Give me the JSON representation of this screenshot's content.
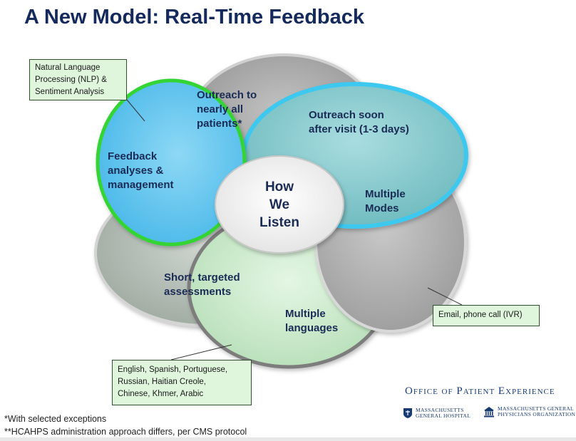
{
  "title": "A New Model: Real-Time Feedback",
  "center": "How\nWe\nListen",
  "petals": {
    "outreach_all": "Outreach to\nnearly all\npatients*",
    "outreach_soon": "Outreach soon\nafter visit (1-3 days)",
    "multiple_modes": "Multiple\nModes",
    "multiple_languages": "Multiple\nlanguages",
    "short_assessments": "Short, targeted\nassessments",
    "feedback_analyses": "Feedback\nanalyses &\nmanagement"
  },
  "callouts": {
    "nlp": "Natural Language\nProcessing (NLP) &\nSentiment Analysis",
    "modes": "Email, phone call (IVR)",
    "languages": "English, Spanish, Portuguese,\nRussian, Haitian Creole,\nChinese, Khmer, Arabic"
  },
  "footnotes": {
    "note1": "*With selected exceptions",
    "note2": "**HCAHPS administration approach differs, per CMS protocol"
  },
  "branding": {
    "office": "Office of Patient Experience",
    "mgh": "MASSACHUSETTS\nGENERAL HOSPITAL",
    "mgpo": "MASSACHUSETTS GENERAL\nPHYSICIANS ORGANIZATION"
  },
  "colors": {
    "title": "#142a5c",
    "petal_gray": "#a6a6a6",
    "petal_teal": "#86cdd0",
    "petal_blue": "#63c6ef",
    "petal_green": "#c3e9c4",
    "petal_sage": "#b2bcb4",
    "accent_green": "#35d435",
    "accent_cyan": "#3cc8f0",
    "callout_bg": "#dff6dc"
  }
}
